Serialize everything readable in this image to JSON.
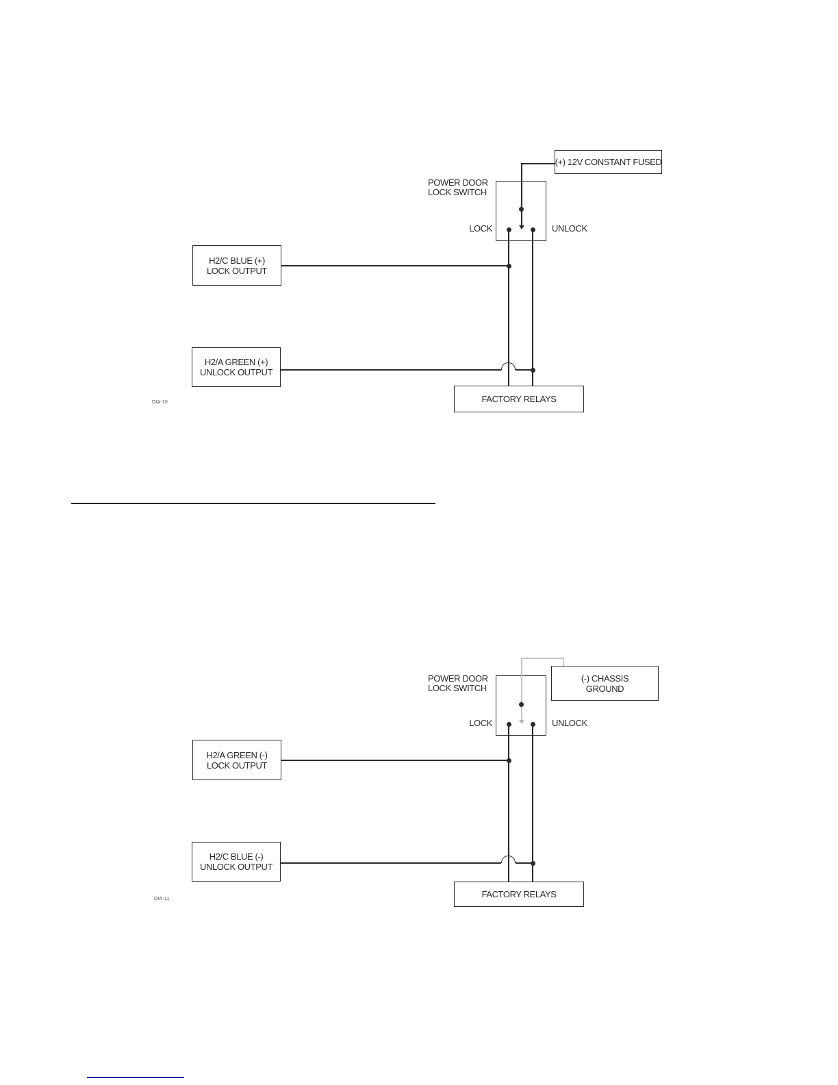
{
  "colors": {
    "ink": "#2a2a2a",
    "gray_wire": "#c6c6c6",
    "link_blue": "#1a1a96"
  },
  "diagram_positive": {
    "figure_id": "DIA-10",
    "power_source_label": "(+) 12V CONSTANT FUSED",
    "switch_label": [
      "POWER DOOR",
      "LOCK SWITCH"
    ],
    "lock_label": "LOCK",
    "unlock_label": "UNLOCK",
    "lock_output_box": [
      "H2/C BLUE (+)",
      "LOCK OUTPUT"
    ],
    "unlock_output_box": [
      "H2/A GREEN (+)",
      "UNLOCK OUTPUT"
    ],
    "relays_label": "FACTORY RELAYS"
  },
  "diagram_negative": {
    "figure_id": "DIA-11",
    "power_source_label": [
      "(-) CHASSIS",
      "GROUND"
    ],
    "switch_label": [
      "POWER DOOR",
      "LOCK SWITCH"
    ],
    "lock_label": "LOCK",
    "unlock_label": "UNLOCK",
    "lock_output_box": [
      "H2/A GREEN (-)",
      "LOCK OUTPUT"
    ],
    "unlock_output_box": [
      "H2/C BLUE (-)",
      "UNLOCK OUTPUT"
    ],
    "relays_label": "FACTORY RELAYS"
  }
}
